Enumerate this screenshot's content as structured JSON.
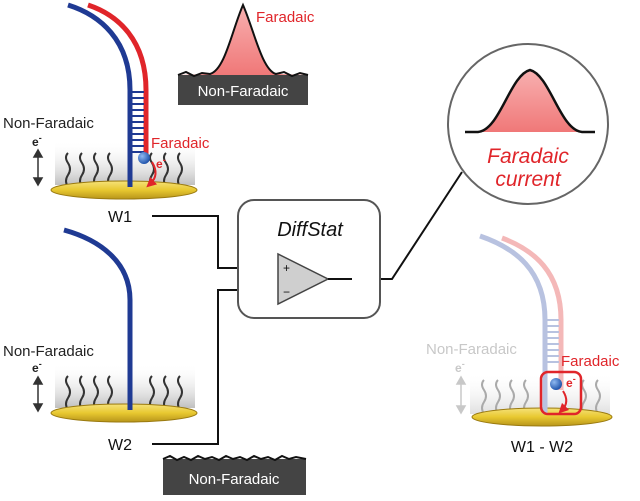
{
  "top_electrode": {
    "non_faradaic_label": "Non-Faradaic",
    "faradaic_label": "Faradaic",
    "electron_label": "e",
    "electron_sup": "-",
    "name": "W1"
  },
  "bottom_electrode": {
    "non_faradaic_label": "Non-Faradaic",
    "electron_label": "e",
    "electron_sup": "-",
    "name": "W2"
  },
  "top_signal": {
    "faradaic_label": "Faradaic",
    "non_faradaic_label": "Non-Faradaic"
  },
  "bottom_signal": {
    "non_faradaic_label": "Non-Faradaic"
  },
  "diffstat": {
    "title": "DiffStat",
    "plus": "+",
    "minus": "−"
  },
  "result_circle": {
    "line1": "Faradaic",
    "line2": "current"
  },
  "result_electrode": {
    "non_faradaic_label": "Non-Faradaic",
    "faradaic_label": "Faradaic",
    "electron_label": "e",
    "electron_sup": "-",
    "name": "W1 - W2"
  },
  "colors": {
    "dna_blue": "#1f3a93",
    "dna_red": "#e0252a",
    "gold": "#e8c830",
    "dark_panel": "#444444",
    "peak_fill": "#f08a8a",
    "faded_blue": "#b8c2e0",
    "faded_red": "#f4b8b8"
  }
}
